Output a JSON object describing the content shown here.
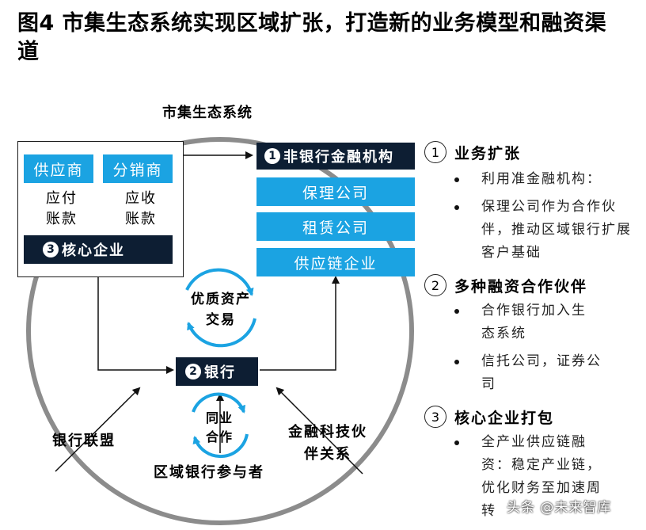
{
  "title": "图4  市集生态系统实现区域扩张，打造新的业务模型和融资渠道",
  "ecosystem_label": "市集生态系统",
  "suppliers_box": "供应商",
  "distributors_box": "分销商",
  "payable_label": "应付账款",
  "receivable_label": "应收账款",
  "core_enterprise": {
    "num": "3",
    "label": "核心企业"
  },
  "non_bank": {
    "num": "1",
    "label": "非银行金融机构"
  },
  "non_bank_items": [
    "保理公司",
    "租赁公司",
    "供应链企业"
  ],
  "quality_assets": "优质资产交易",
  "bank": {
    "num": "2",
    "label": "银行"
  },
  "interbank": "同业合作",
  "bank_alliance": "银行联盟",
  "fintech_partners": "金融科技伙伴关系",
  "regional_banks": "区域银行参与者",
  "right_panel": {
    "sections": [
      {
        "num": "1",
        "heading": "业务扩张",
        "bullets": [
          "利用准金融机构：",
          "保理公司作为合作伙伴，推动区域银行扩展客户基础"
        ]
      },
      {
        "num": "2",
        "heading": "多种融资合作伙伴",
        "bullets": [
          "合作银行加入生态系统",
          "信托公司，证券公司"
        ]
      },
      {
        "num": "3",
        "heading": "核心企业打包",
        "bullets": [
          "全产业供应链融资：稳定产业链，优化财务至加速周转"
        ]
      }
    ]
  },
  "watermark": "头条 @未来智库",
  "colors": {
    "blue": "#1ba3e2",
    "navy": "#0d1e33",
    "circle": "#8c8c8c"
  }
}
